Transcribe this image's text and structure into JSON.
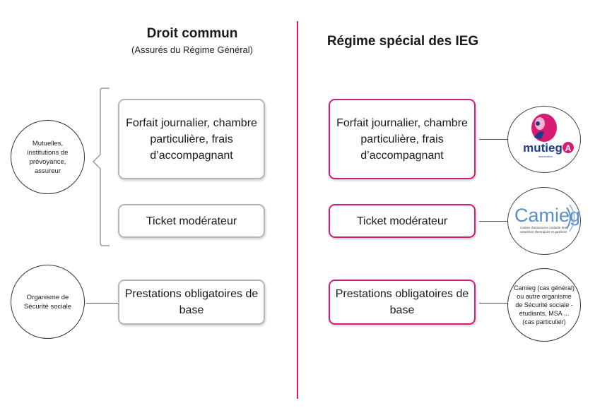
{
  "colors": {
    "accent": "#d81b72",
    "box_border_grey": "#b5b5b5",
    "mutieg_blue": "#1a3a8c",
    "camieg_blue": "#5b8fc7"
  },
  "left": {
    "title": "Droit commun",
    "subtitle": "(Assurés du Régime Général)",
    "box_forfait": "Forfait journalier, chambre particulière, frais d’accompagnant",
    "box_ticket": "Ticket modérateur",
    "box_prestations": "Prestations obligatoires de base",
    "circle_mutuelles": "Mutuelles, institutions de prévoyance, assureur",
    "circle_organisme": "Organisme de Sécurité sociale"
  },
  "right": {
    "title": "Régime spécial des IEG",
    "box_forfait": "Forfait journalier, chambre particulière, frais d’accompagnant",
    "box_ticket": "Ticket modérateur",
    "box_prestations": "Prestations obligatoires de base",
    "logo_mutieg": {
      "name": "mutieg",
      "letter": "A",
      "tagline": "association"
    },
    "logo_camieg": {
      "name": "Camieg",
      "tagline": "Caisse d'assurance maladie des industries électriques et gazières"
    },
    "circle_camieg": "Camieg (cas général) ou autre organisme de Sécurité sociale - étudiants, MSA ... (cas particulier)"
  }
}
